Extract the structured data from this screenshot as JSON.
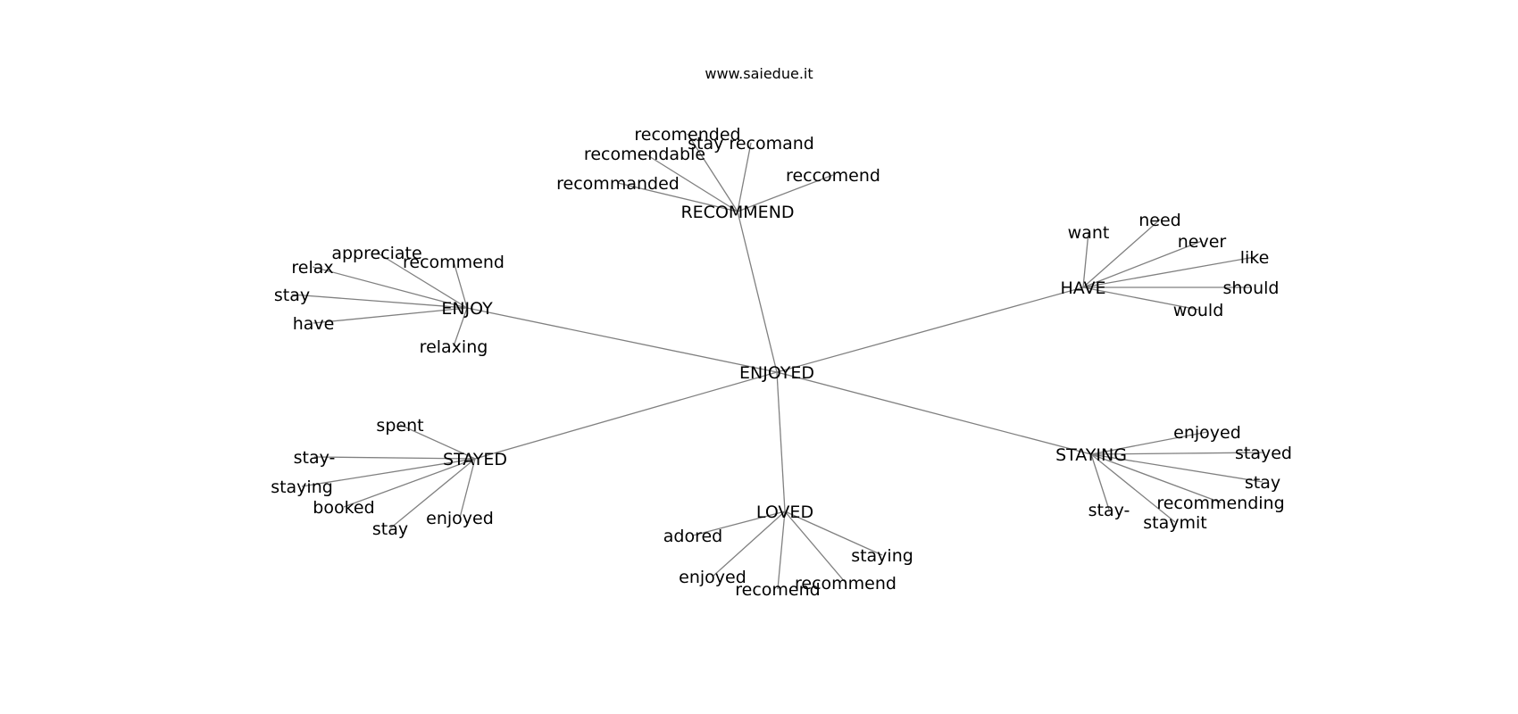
{
  "header": {
    "site": "www.saiedue.it"
  },
  "graph": {
    "center": "ENJOYED",
    "clusters": [
      {
        "label": "RECOMMEND",
        "children": [
          "recomended",
          "recomendable",
          "recommanded",
          "stay recomand",
          "reccomend"
        ]
      },
      {
        "label": "ENJOY",
        "children": [
          "appreciate",
          "relax",
          "recommend",
          "stay",
          "have",
          "relaxing"
        ]
      },
      {
        "label": "HAVE",
        "children": [
          "want",
          "need",
          "never",
          "like",
          "should",
          "would"
        ]
      },
      {
        "label": "STAYED",
        "children": [
          "spent",
          "stay-",
          "staying",
          "booked",
          "stay",
          "enjoyed"
        ]
      },
      {
        "label": "LOVED",
        "children": [
          "adored",
          "staying",
          "enjoyed",
          "recomend",
          "recommend"
        ]
      },
      {
        "label": "STAYING",
        "children": [
          "enjoyed",
          "stayed",
          "stay",
          "recommending",
          "stay-",
          "staymit"
        ]
      }
    ]
  }
}
